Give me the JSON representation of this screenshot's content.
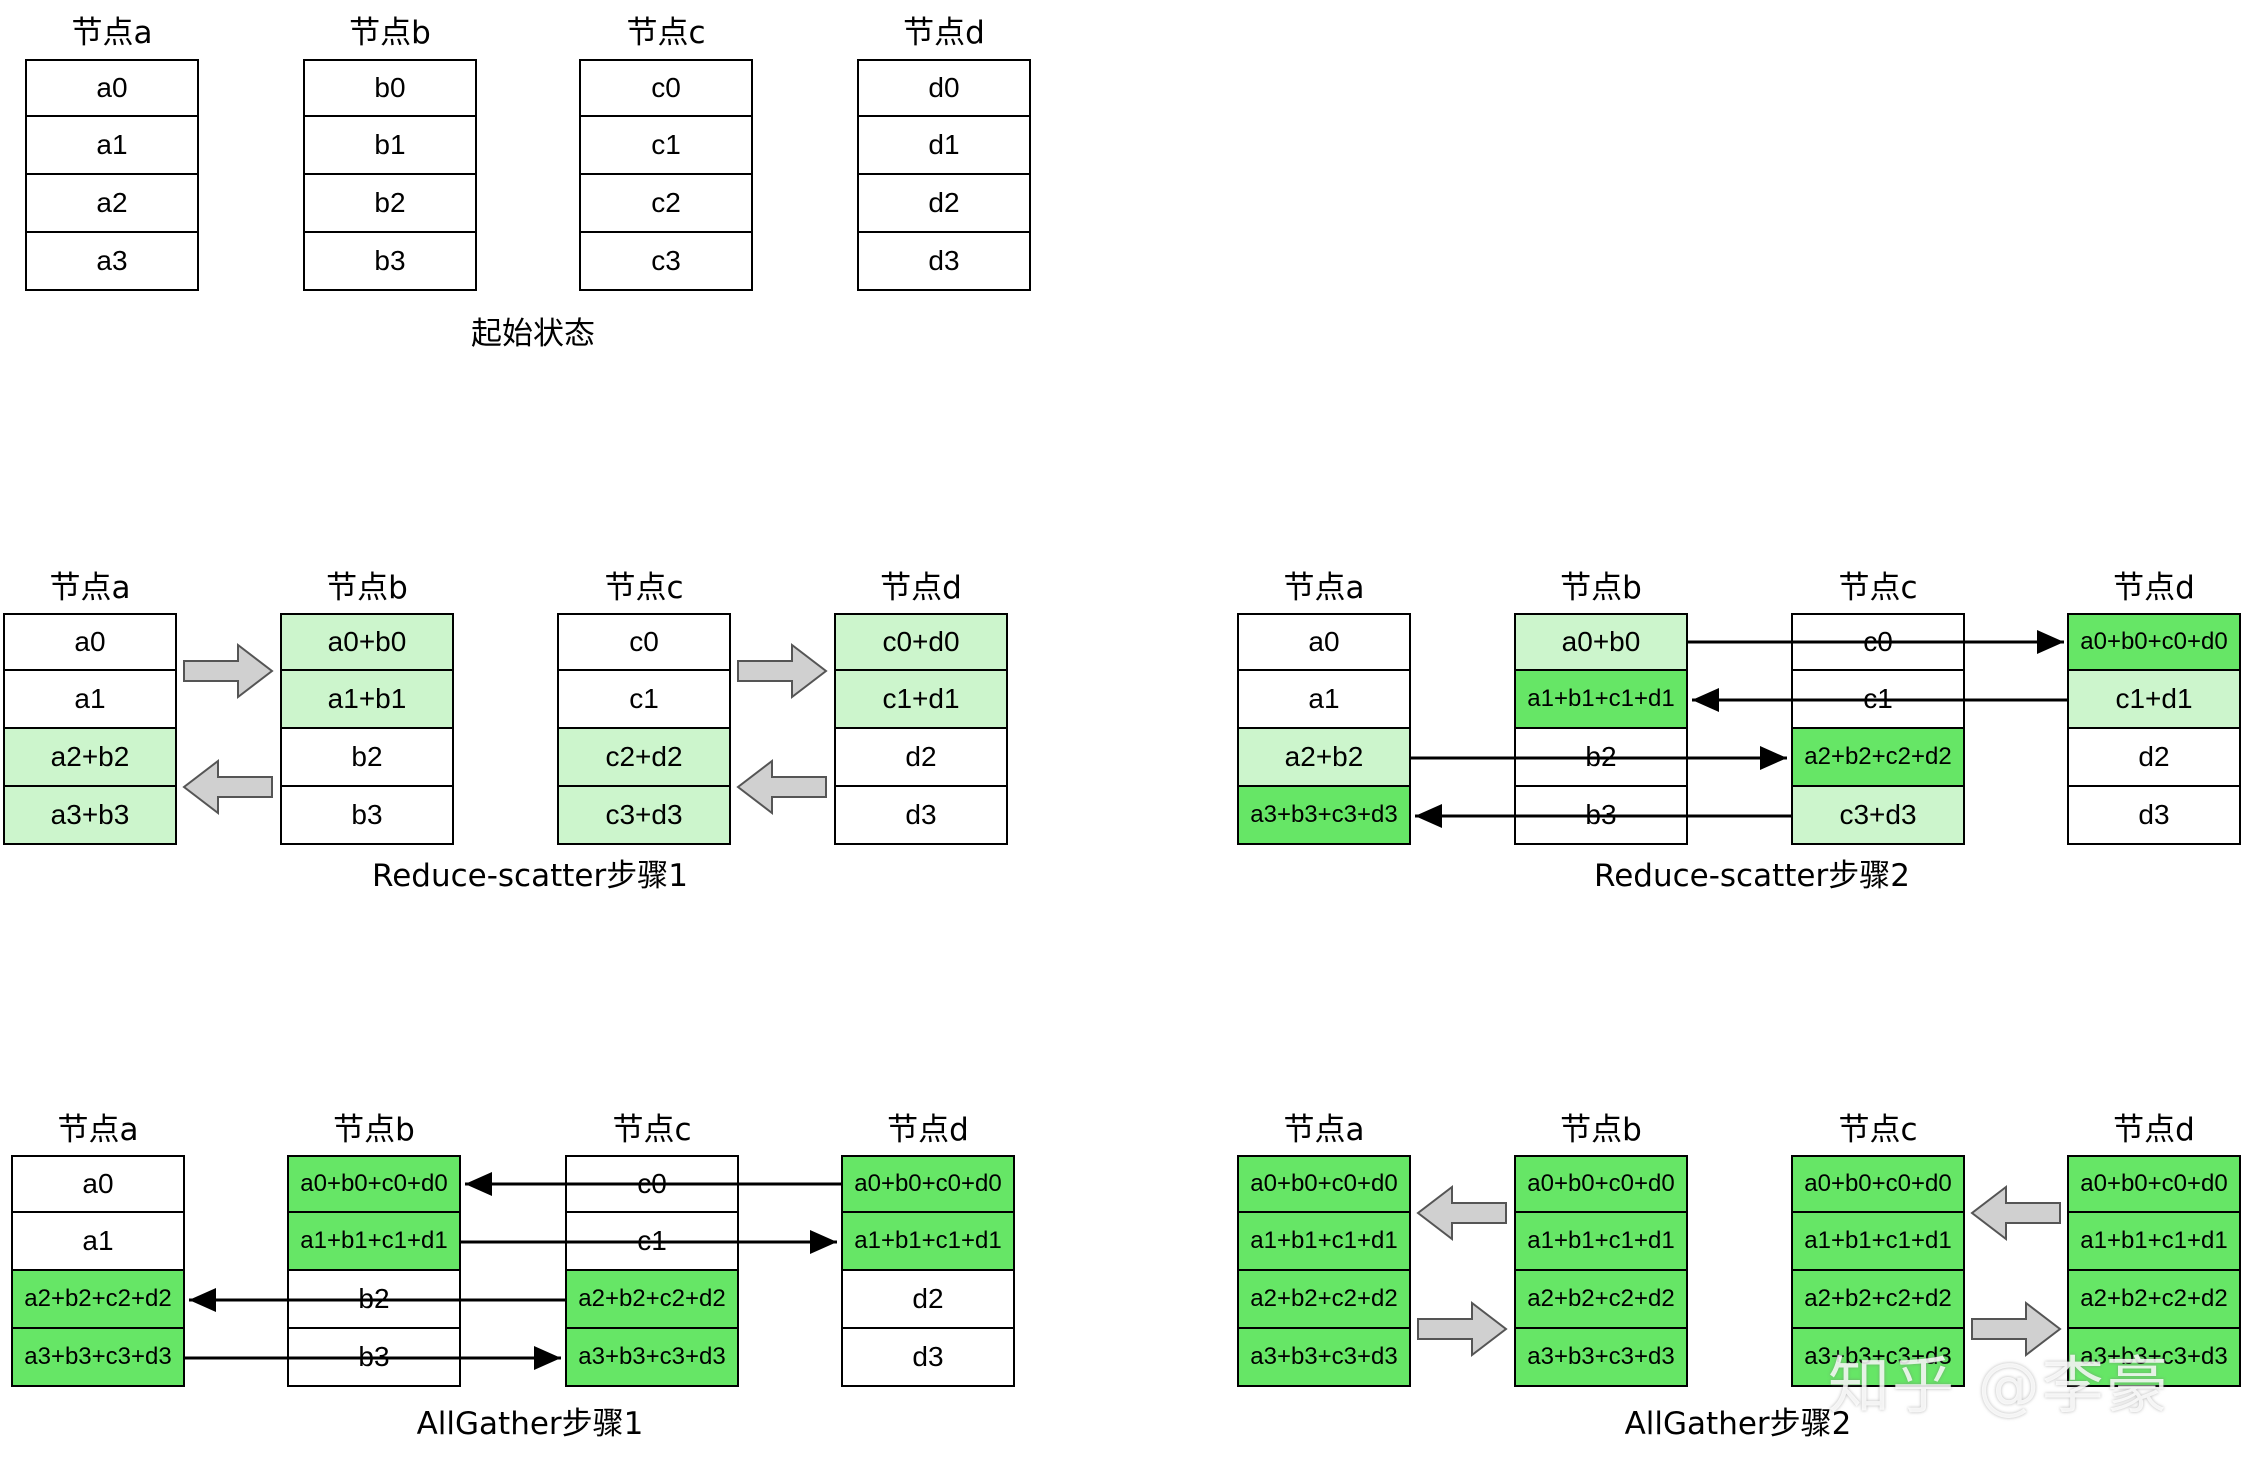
{
  "nodes": {
    "a": {
      "title": "节点a"
    },
    "b": {
      "title": "节点b"
    },
    "c": {
      "title": "节点c"
    },
    "d": {
      "title": "节点d"
    }
  },
  "panels": [
    {
      "id": "initial",
      "caption": "起始状态",
      "columns": [
        {
          "node": "节点a",
          "cells": [
            {
              "text": "a0",
              "fill": "none"
            },
            {
              "text": "a1",
              "fill": "none"
            },
            {
              "text": "a2",
              "fill": "none"
            },
            {
              "text": "a3",
              "fill": "none"
            }
          ]
        },
        {
          "node": "节点b",
          "cells": [
            {
              "text": "b0",
              "fill": "none"
            },
            {
              "text": "b1",
              "fill": "none"
            },
            {
              "text": "b2",
              "fill": "none"
            },
            {
              "text": "b3",
              "fill": "none"
            }
          ]
        },
        {
          "node": "节点c",
          "cells": [
            {
              "text": "c0",
              "fill": "none"
            },
            {
              "text": "c1",
              "fill": "none"
            },
            {
              "text": "c2",
              "fill": "none"
            },
            {
              "text": "c3",
              "fill": "none"
            }
          ]
        },
        {
          "node": "节点d",
          "cells": [
            {
              "text": "d0",
              "fill": "none"
            },
            {
              "text": "d1",
              "fill": "none"
            },
            {
              "text": "d2",
              "fill": "none"
            },
            {
              "text": "d3",
              "fill": "none"
            }
          ]
        }
      ]
    },
    {
      "id": "rs1",
      "caption": "Reduce-scatter步骤1",
      "columns": [
        {
          "node": "节点a",
          "cells": [
            {
              "text": "a0",
              "fill": "none"
            },
            {
              "text": "a1",
              "fill": "none"
            },
            {
              "text": "a2+b2",
              "fill": "light"
            },
            {
              "text": "a3+b3",
              "fill": "light"
            }
          ]
        },
        {
          "node": "节点b",
          "cells": [
            {
              "text": "a0+b0",
              "fill": "light"
            },
            {
              "text": "a1+b1",
              "fill": "light"
            },
            {
              "text": "b2",
              "fill": "none"
            },
            {
              "text": "b3",
              "fill": "none"
            }
          ]
        },
        {
          "node": "节点c",
          "cells": [
            {
              "text": "c0",
              "fill": "none"
            },
            {
              "text": "c1",
              "fill": "none"
            },
            {
              "text": "c2+d2",
              "fill": "light"
            },
            {
              "text": "c3+d3",
              "fill": "light"
            }
          ]
        },
        {
          "node": "节点d",
          "cells": [
            {
              "text": "c0+d0",
              "fill": "light"
            },
            {
              "text": "c1+d1",
              "fill": "light"
            },
            {
              "text": "d2",
              "fill": "none"
            },
            {
              "text": "d3",
              "fill": "none"
            }
          ]
        }
      ]
    },
    {
      "id": "rs2",
      "caption": "Reduce-scatter步骤2",
      "columns": [
        {
          "node": "节点a",
          "cells": [
            {
              "text": "a0",
              "fill": "none"
            },
            {
              "text": "a1",
              "fill": "none"
            },
            {
              "text": "a2+b2",
              "fill": "light"
            },
            {
              "text": "a3+b3+c3+d3",
              "fill": "green"
            }
          ]
        },
        {
          "node": "节点b",
          "cells": [
            {
              "text": "a0+b0",
              "fill": "light"
            },
            {
              "text": "a1+b1+c1+d1",
              "fill": "green"
            },
            {
              "text": "b2",
              "fill": "none"
            },
            {
              "text": "b3",
              "fill": "none"
            }
          ]
        },
        {
          "node": "节点c",
          "cells": [
            {
              "text": "c0",
              "fill": "none"
            },
            {
              "text": "c1",
              "fill": "none"
            },
            {
              "text": "a2+b2+c2+d2",
              "fill": "green"
            },
            {
              "text": "c3+d3",
              "fill": "light"
            }
          ]
        },
        {
          "node": "节点d",
          "cells": [
            {
              "text": "a0+b0+c0+d0",
              "fill": "green"
            },
            {
              "text": "c1+d1",
              "fill": "light"
            },
            {
              "text": "d2",
              "fill": "none"
            },
            {
              "text": "d3",
              "fill": "none"
            }
          ]
        }
      ]
    },
    {
      "id": "ag1",
      "caption": "AllGather步骤1",
      "columns": [
        {
          "node": "节点a",
          "cells": [
            {
              "text": "a0",
              "fill": "none"
            },
            {
              "text": "a1",
              "fill": "none"
            },
            {
              "text": "a2+b2+c2+d2",
              "fill": "green"
            },
            {
              "text": "a3+b3+c3+d3",
              "fill": "green"
            }
          ]
        },
        {
          "node": "节点b",
          "cells": [
            {
              "text": "a0+b0+c0+d0",
              "fill": "green"
            },
            {
              "text": "a1+b1+c1+d1",
              "fill": "green"
            },
            {
              "text": "b2",
              "fill": "none"
            },
            {
              "text": "b3",
              "fill": "none"
            }
          ]
        },
        {
          "node": "节点c",
          "cells": [
            {
              "text": "c0",
              "fill": "none"
            },
            {
              "text": "c1",
              "fill": "none"
            },
            {
              "text": "a2+b2+c2+d2",
              "fill": "green"
            },
            {
              "text": "a3+b3+c3+d3",
              "fill": "green"
            }
          ]
        },
        {
          "node": "节点d",
          "cells": [
            {
              "text": "a0+b0+c0+d0",
              "fill": "green"
            },
            {
              "text": "a1+b1+c1+d1",
              "fill": "green"
            },
            {
              "text": "d2",
              "fill": "none"
            },
            {
              "text": "d3",
              "fill": "none"
            }
          ]
        }
      ]
    },
    {
      "id": "ag2",
      "caption": "AllGather步骤2",
      "columns": [
        {
          "node": "节点a",
          "cells": [
            {
              "text": "a0+b0+c0+d0",
              "fill": "green"
            },
            {
              "text": "a1+b1+c1+d1",
              "fill": "green"
            },
            {
              "text": "a2+b2+c2+d2",
              "fill": "green"
            },
            {
              "text": "a3+b3+c3+d3",
              "fill": "green"
            }
          ]
        },
        {
          "node": "节点b",
          "cells": [
            {
              "text": "a0+b0+c0+d0",
              "fill": "green"
            },
            {
              "text": "a1+b1+c1+d1",
              "fill": "green"
            },
            {
              "text": "a2+b2+c2+d2",
              "fill": "green"
            },
            {
              "text": "a3+b3+c3+d3",
              "fill": "green"
            }
          ]
        },
        {
          "node": "节点c",
          "cells": [
            {
              "text": "a0+b0+c0+d0",
              "fill": "green"
            },
            {
              "text": "a1+b1+c1+d1",
              "fill": "green"
            },
            {
              "text": "a2+b2+c2+d2",
              "fill": "green"
            },
            {
              "text": "a3+b3+c3+d3",
              "fill": "green"
            }
          ]
        },
        {
          "node": "节点d",
          "cells": [
            {
              "text": "a0+b0+c0+d0",
              "fill": "green"
            },
            {
              "text": "a1+b1+c1+d1",
              "fill": "green"
            },
            {
              "text": "a2+b2+c2+d2",
              "fill": "green"
            },
            {
              "text": "a3+b3+c3+d3",
              "fill": "green"
            }
          ]
        }
      ]
    }
  ],
  "watermark": "知乎 @李豪",
  "colors": {
    "light_green": "#ccf5cc",
    "green": "#66e666",
    "border": "#000000",
    "block_arrow_fill": "#d0d0d0",
    "block_arrow_stroke": "#555555"
  }
}
